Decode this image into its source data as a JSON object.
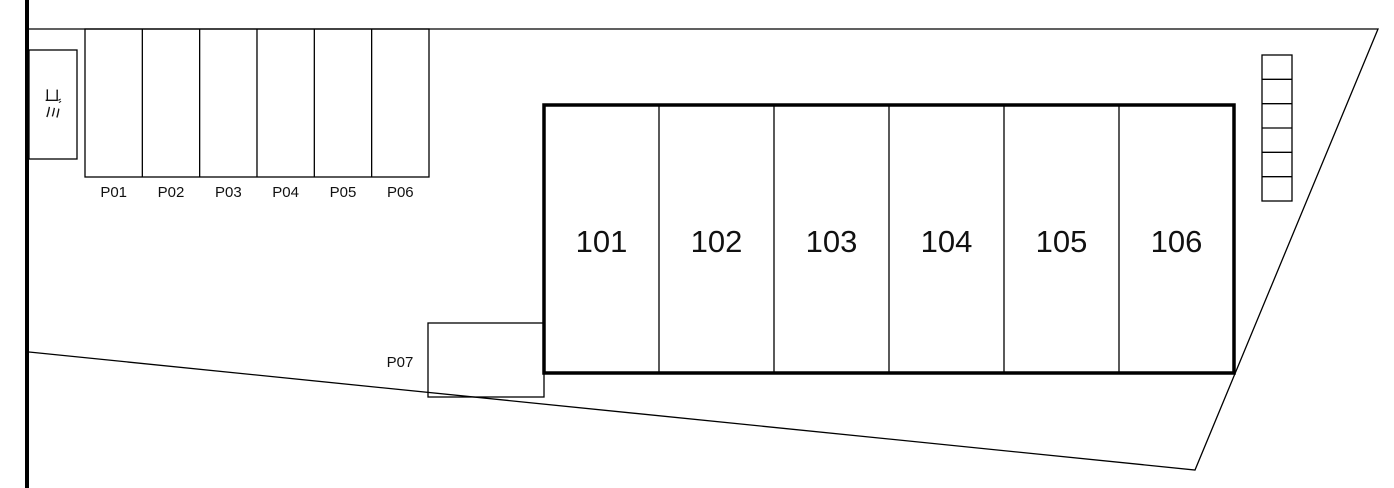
{
  "site_plan": {
    "units": [
      {
        "label": "101"
      },
      {
        "label": "102"
      },
      {
        "label": "103"
      },
      {
        "label": "104"
      },
      {
        "label": "105"
      },
      {
        "label": "106"
      }
    ],
    "parking_top": [
      {
        "label": "P01"
      },
      {
        "label": "P02"
      },
      {
        "label": "P03"
      },
      {
        "label": "P04"
      },
      {
        "label": "P05"
      },
      {
        "label": "P06"
      }
    ],
    "parking_side": {
      "label": "P07"
    },
    "garbage_area": {
      "label": "ゴミ"
    },
    "bicycle_rack": {
      "slots": 6
    }
  },
  "colors": {
    "line": "#000000",
    "background": "#ffffff"
  }
}
